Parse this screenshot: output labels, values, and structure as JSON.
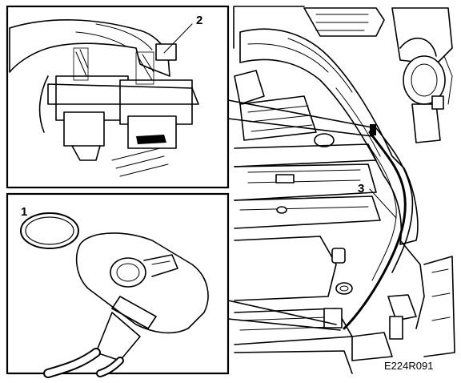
{
  "callouts": {
    "sensor": "1",
    "connector": "2",
    "harness": "3"
  },
  "figure_code": "E224R091",
  "colors": {
    "ink": "#000000",
    "paper": "#ffffff"
  }
}
